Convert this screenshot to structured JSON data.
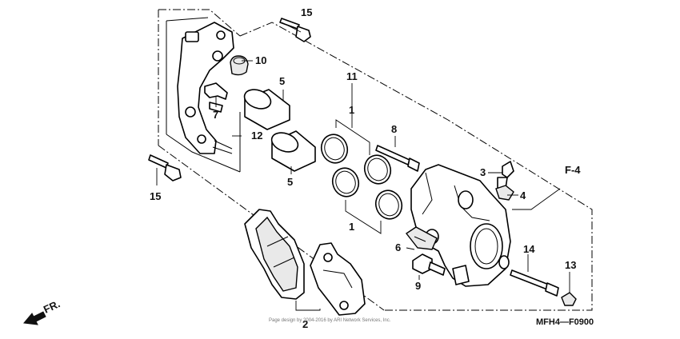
{
  "diagram": {
    "labels": {
      "c1a": "1",
      "c1b": "1",
      "c2": "2",
      "c3": "3",
      "c4": "4",
      "c5a": "5",
      "c5b": "5",
      "c6": "6",
      "c7": "7",
      "c8": "8",
      "c9": "9",
      "c10": "10",
      "c11": "11",
      "c12": "12",
      "c13": "13",
      "c14": "14",
      "c15a": "15",
      "c15b": "15"
    },
    "ref": "F-4",
    "direction": "FR.",
    "drawing_code": "MFH4—F0900",
    "watermark": "Page design by 2004-2016 by ARI Network Services, Inc."
  }
}
